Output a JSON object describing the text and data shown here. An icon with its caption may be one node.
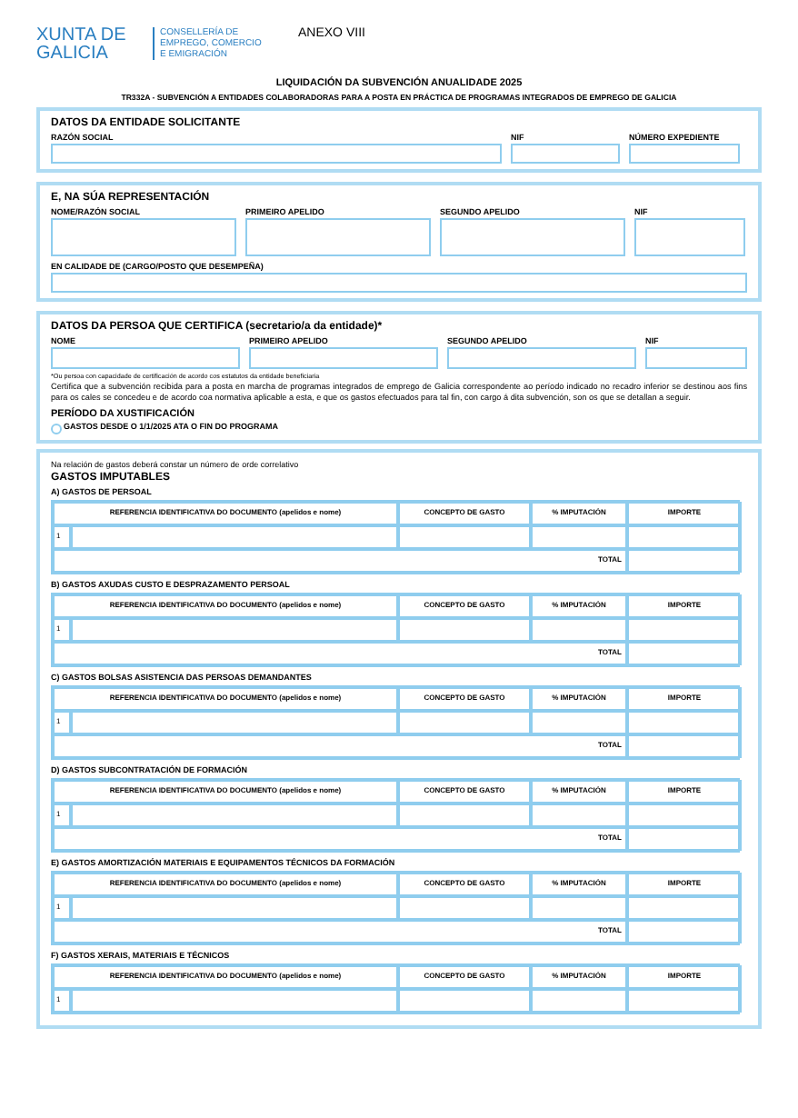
{
  "diagram": {
    "title": "LIQUIDACIÓN DA SUBVENCIÓN ANUALIDADE 2025",
    "nodes": [
      {
        "text": [
          "DATOS DA ENTIDADE SOLICITANTE"
        ]
      },
      {
        "text": [
          "RAZÓN SOCIAL"
        ],
        "in": 0
      },
      {
        "text": [
          "NIF"
        ],
        "in": 0
      },
      {
        "text": [
          "NÚMERO EXPEDIENTE"
        ],
        "in": 0
      },
      {
        "text": [
          "E, NA SÚA REPRESENTACIÓN"
        ]
      },
      {
        "text": [
          "NOME/RAZÓN SOCIAL"
        ],
        "in": 4
      },
      {
        "text": [
          "PRIMEIRO APELIDO"
        ],
        "in": 4
      },
      {
        "text": [
          "SEGUNDO APELIDO"
        ],
        "in": 4
      },
      {
        "text": [
          "NIF"
        ],
        "in": 4
      },
      {
        "text": [
          "EN CALIDADE DE (CARGO/POSTO QUE DESEMPEÑA)"
        ],
        "in": 4
      },
      {
        "text": [
          "DATOS DA PERSOA QUE CERTIFICA (secretario/a da entidade)*",
          "*Ou persoa con capacidade de certificación de acordo cos estatutos da entidade beneficiaria",
          "Certifica que a subvención recibida para a posta en marcha de programas integrados de emprego de Galicia correspondente ao período indicado no recadro inferior se destinou aos fins para os cales se concedeu e de acordo coa normativa aplicable a esta, e que os gastos efectuados para tal fin, con cargo á dita subvención, son os que se detallan a seguir.",
          "PERÍODO DA XUSTIFICACIÓN",
          "GASTOS DESDE O 1/1/2025 ATA O FIN DO PROGRAMA"
        ]
      },
      {
        "text": [
          "NOME"
        ],
        "in": 10
      },
      {
        "text": [
          "PRIMEIRO APELIDO"
        ],
        "in": 10
      },
      {
        "text": [
          "SEGUNDO APELIDO"
        ],
        "in": 10
      },
      {
        "text": [
          "NIF"
        ],
        "in": 10
      },
      {
        "text": [
          "Na relación de gastos deberá constar un número de orde correlativo",
          "GASTOS IMPUTABLES"
        ]
      },
      {
        "text": [
          "A) GASTOS DE PERSOAL",
          "REFERENCIA IDENTIFICATIVA DO DOCUMENTO (apelidos e nome)",
          "CONCEPTO DE GASTO",
          "% IMPUTACIÓN",
          "IMPORTE",
          "1",
          "TOTAL"
        ],
        "in": 15
      },
      {
        "text": [
          "B) GASTOS AXUDAS CUSTO E DESPRAZAMENTO PERSOAL",
          "REFERENCIA IDENTIFICATIVA DO DOCUMENTO (apelidos e nome)",
          "CONCEPTO DE GASTO",
          "% IMPUTACIÓN",
          "IMPORTE",
          "1",
          "TOTAL"
        ],
        "in": 15
      },
      {
        "text": [
          "C) GASTOS BOLSAS ASISTENCIA DAS PERSOAS DEMANDANTES",
          "REFERENCIA IDENTIFICATIVA DO DOCUMENTO (apelidos e nome)",
          "CONCEPTO DE GASTO",
          "% IMPUTACIÓN",
          "IMPORTE",
          "1",
          "TOTAL"
        ],
        "in": 15
      },
      {
        "text": [
          "D) GASTOS SUBCONTRATACIÓN DE FORMACIÓN",
          "REFERENCIA IDENTIFICATIVA DO DOCUMENTO (apelidos e nome)",
          "CONCEPTO DE GASTO",
          "% IMPUTACIÓN",
          "IMPORTE",
          "1",
          "TOTAL"
        ],
        "in": 15
      },
      {
        "text": [
          "E) GASTOS AMORTIZACIÓN MATERIAIS E EQUIPAMENTOS TÉCNICOS DA FORMACIÓN",
          "REFERENCIA IDENTIFICATIVA DO DOCUMENTO (apelidos e nome)",
          "CONCEPTO DE GASTO",
          "% IMPUTACIÓN",
          "IMPORTE",
          "1",
          "TOTAL"
        ],
        "in": 15
      },
      {
        "text": [
          "F) GASTOS XERAIS, MATERIAIS E TÉCNICOS",
          "REFERENCIA IDENTIFICATIVA DO DOCUMENTO (apelidos e nome)",
          "CONCEPTO DE GASTO",
          "% IMPUTACIÓN",
          "IMPORTE",
          "1"
        ],
        "in": 15
      }
    ],
    "labels": [
      "XUNTA DE GALICIA",
      "CONSELLERÍA DE EMPREGO, COMERCIO E EMIGRACIÓN",
      "ANEXO VIII",
      "TR332A - SUBVENCIÓN A ENTIDADES COLABORADORAS PARA A POSTA EN PRÁCTICA DE PROGRAMAS INTEGRADOS DE EMPREGO DE GALICIA"
    ]
  }
}
